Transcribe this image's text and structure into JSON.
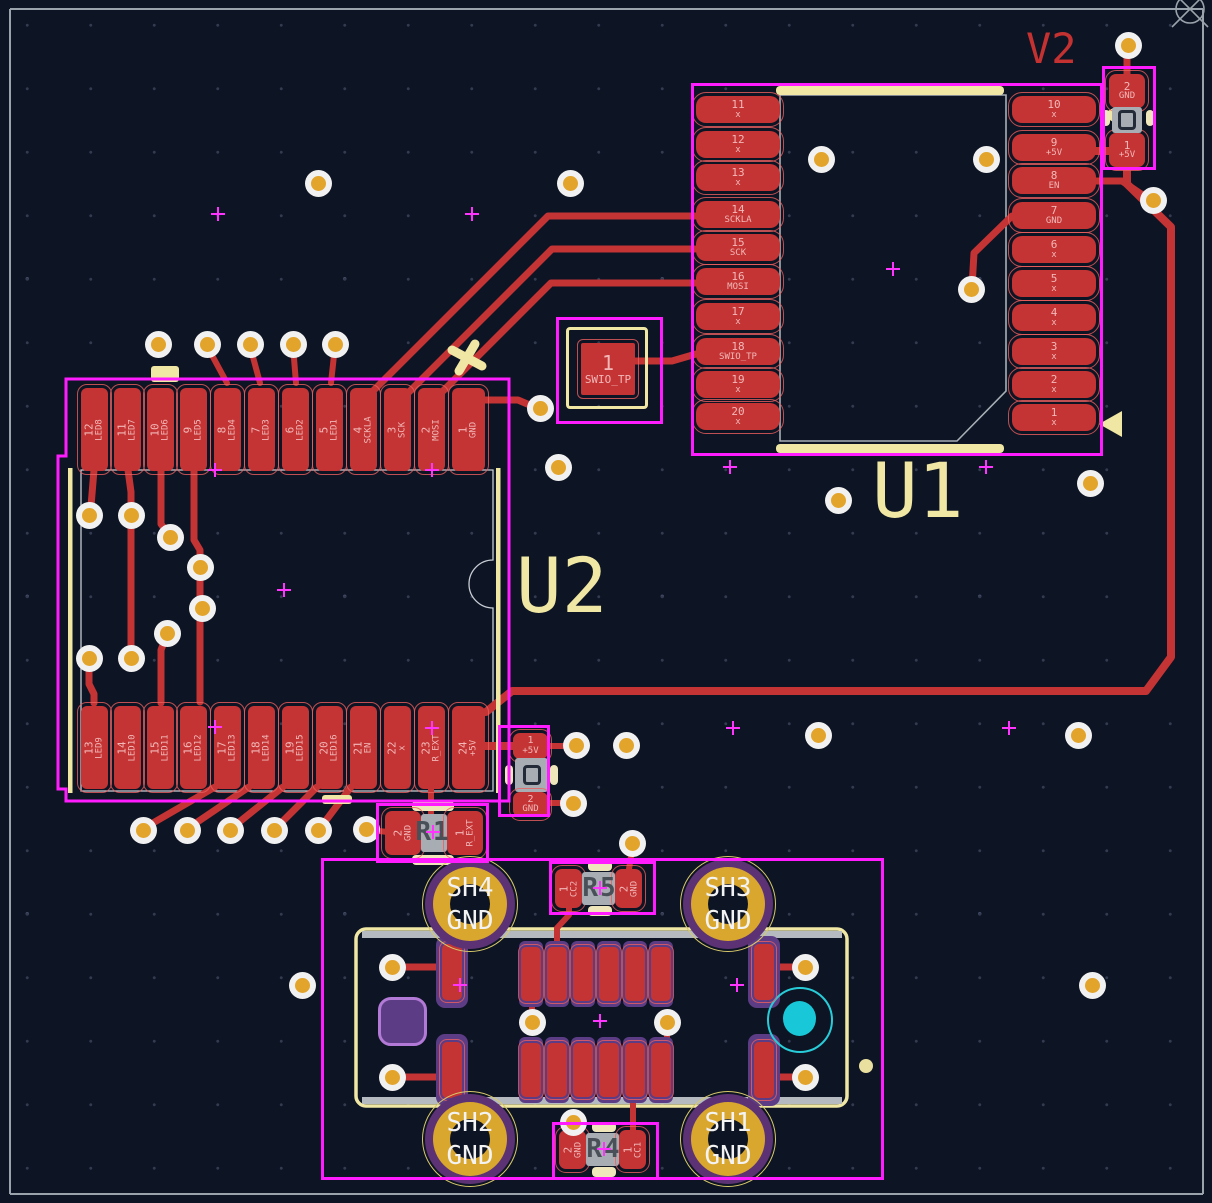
{
  "board": {
    "background": "#0d1423",
    "layer_colors": {
      "copper_front": "#c43434",
      "copper_back": "#5c3d85",
      "courtyard": "#ff1cff",
      "silkscreen": "#efe7a3",
      "fabrication": "#a9afb6",
      "via_ring": "#f1f1f1",
      "via_gold": "#e3a42b",
      "highlight_cyan": "#1ec8d8"
    }
  },
  "components": {
    "u1": {
      "reference": "U1",
      "left_pins": [
        {
          "number": "11",
          "net": "x"
        },
        {
          "number": "12",
          "net": "x"
        },
        {
          "number": "13",
          "net": "x"
        },
        {
          "number": "14",
          "net": "SCKLA"
        },
        {
          "number": "15",
          "net": "SCK"
        },
        {
          "number": "16",
          "net": "MOSI"
        },
        {
          "number": "17",
          "net": "x"
        },
        {
          "number": "18",
          "net": "SWIO_TP"
        },
        {
          "number": "19",
          "net": "x"
        },
        {
          "number": "20",
          "net": "x"
        }
      ],
      "right_pins": [
        {
          "number": "10",
          "net": "x"
        },
        {
          "number": "9",
          "net": "+5V"
        },
        {
          "number": "8",
          "net": "EN"
        },
        {
          "number": "7",
          "net": "GND"
        },
        {
          "number": "6",
          "net": "x"
        },
        {
          "number": "5",
          "net": "x"
        },
        {
          "number": "4",
          "net": "x"
        },
        {
          "number": "3",
          "net": "x"
        },
        {
          "number": "2",
          "net": "x"
        },
        {
          "number": "1",
          "net": "x"
        }
      ]
    },
    "u2": {
      "reference": "U2",
      "top_pins": [
        {
          "number": "12",
          "net": "LED8"
        },
        {
          "number": "11",
          "net": "LED7"
        },
        {
          "number": "10",
          "net": "LED6"
        },
        {
          "number": "9",
          "net": "LED5"
        },
        {
          "number": "8",
          "net": "LED4"
        },
        {
          "number": "7",
          "net": "LED3"
        },
        {
          "number": "6",
          "net": "LED2"
        },
        {
          "number": "5",
          "net": "LED1"
        },
        {
          "number": "4",
          "net": "SCKLA"
        },
        {
          "number": "3",
          "net": "SCK"
        },
        {
          "number": "2",
          "net": "MOSI"
        },
        {
          "number": "1",
          "net": "GND"
        }
      ],
      "bottom_pins": [
        {
          "number": "13",
          "net": "LED9"
        },
        {
          "number": "14",
          "net": "LED10"
        },
        {
          "number": "15",
          "net": "LED11"
        },
        {
          "number": "16",
          "net": "LED12"
        },
        {
          "number": "17",
          "net": "LED13"
        },
        {
          "number": "18",
          "net": "LED14"
        },
        {
          "number": "19",
          "net": "LED15"
        },
        {
          "number": "20",
          "net": "LED16"
        },
        {
          "number": "21",
          "net": "EN"
        },
        {
          "number": "22",
          "net": "x"
        },
        {
          "number": "23",
          "net": "R_EXT"
        },
        {
          "number": "24",
          "net": "+5V"
        }
      ]
    },
    "v2": {
      "reference": "V2",
      "pads": [
        {
          "number": "2",
          "net": "GND"
        },
        {
          "number": "1",
          "net": "+5V"
        }
      ]
    },
    "test_point": {
      "pad_number": "1",
      "net": "SWIO_TP"
    },
    "r1": {
      "reference": "R1",
      "pads": [
        {
          "number": "2",
          "net": "GND"
        },
        {
          "number": "1",
          "net": "R_EXT"
        }
      ]
    },
    "c_bypass": {
      "pads": [
        {
          "number": "1",
          "net": "+5V"
        },
        {
          "number": "2",
          "net": "GND"
        }
      ]
    },
    "r5": {
      "reference": "R5",
      "pads": [
        {
          "number": "1",
          "net": "CC2"
        },
        {
          "number": "2",
          "net": "GND"
        }
      ]
    },
    "r4": {
      "reference": "R4",
      "pads": [
        {
          "number": "2",
          "net": "GND"
        },
        {
          "number": "1",
          "net": "CC1"
        }
      ]
    },
    "usb": {
      "shield_pads": [
        {
          "name": "SH4",
          "net": "GND"
        },
        {
          "name": "SH3",
          "net": "GND"
        },
        {
          "name": "SH2",
          "net": "GND"
        },
        {
          "name": "SH1",
          "net": "GND"
        }
      ]
    }
  }
}
